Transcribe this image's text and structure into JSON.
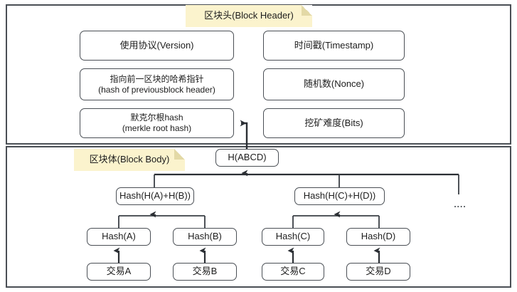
{
  "diagram": {
    "title": "Blockchain block structure (Block Header / Block Body Merkle tree)",
    "colors": {
      "note_fill": "#fbf3cd",
      "note_fold": "#e3d9a6",
      "stroke": "#4a4f55",
      "box_fill": "#ffffff",
      "text": "#1d1d1d",
      "background": "#ffffff"
    }
  },
  "sections": {
    "header": {
      "note_label": "区块头(Block Header)",
      "fields": [
        {
          "id": "version",
          "label": "使用协议(Version)"
        },
        {
          "id": "timestamp",
          "label": "时间戳(Timestamp)"
        },
        {
          "id": "prevhash",
          "label": "指向前一区块的哈希指针\n(hash of previousblock header)"
        },
        {
          "id": "nonce",
          "label": "随机数(Nonce)"
        },
        {
          "id": "merkle",
          "label": "默克尔根hash\n(merkle root hash)"
        },
        {
          "id": "bits",
          "label": "挖矿难度(Bits)"
        }
      ]
    },
    "body": {
      "note_label": "区块体(Block Body)",
      "ellipsis": "....",
      "merkle_tree": {
        "root": {
          "id": "habcd",
          "label": "H(ABCD)"
        },
        "level2": [
          {
            "id": "hab",
            "label": "Hash(H(A)+H(B))"
          },
          {
            "id": "hcd",
            "label": "Hash(H(C)+H(D))"
          }
        ],
        "level3": [
          {
            "id": "ha",
            "label": "Hash(A)"
          },
          {
            "id": "hb",
            "label": "Hash(B)"
          },
          {
            "id": "hc",
            "label": "Hash(C)"
          },
          {
            "id": "hd",
            "label": "Hash(D)"
          }
        ],
        "transactions": [
          {
            "id": "txa",
            "label": "交易A"
          },
          {
            "id": "txb",
            "label": "交易B"
          },
          {
            "id": "txc",
            "label": "交易C"
          },
          {
            "id": "txd",
            "label": "交易D"
          }
        ]
      }
    }
  }
}
